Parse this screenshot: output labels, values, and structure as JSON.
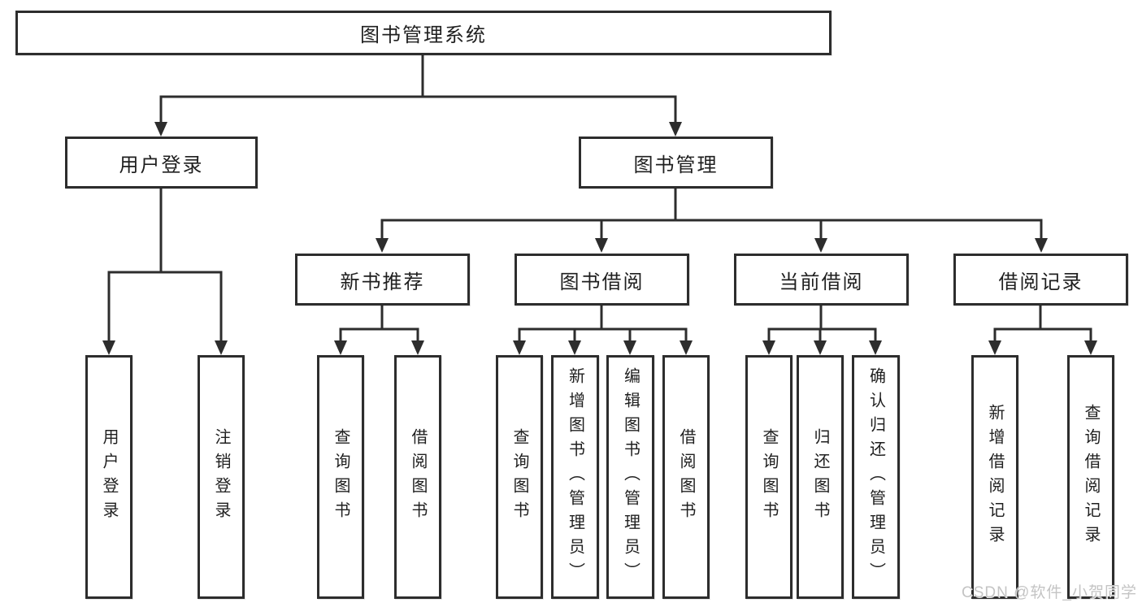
{
  "nodes": {
    "root": {
      "label": "图书管理系统"
    },
    "user_login": {
      "label": "用户登录"
    },
    "book_mgmt": {
      "label": "图书管理"
    },
    "new_books": {
      "label": "新书推荐"
    },
    "borrowing": {
      "label": "图书借阅"
    },
    "current": {
      "label": "当前借阅"
    },
    "records": {
      "label": "借阅记录"
    },
    "leaves": {
      "login": {
        "label": "用户登录"
      },
      "logout": {
        "label": "注销登录"
      },
      "nb_query": {
        "label": "查询图书"
      },
      "nb_borrow": {
        "label": "借阅图书"
      },
      "bw_query": {
        "label": "查询图书"
      },
      "bw_add": {
        "label": "新增图书（管理员）"
      },
      "bw_edit": {
        "label": "编辑图书（管理员）"
      },
      "bw_borrow": {
        "label": "借阅图书"
      },
      "cu_query": {
        "label": "查询图书"
      },
      "cu_return": {
        "label": "归还图书"
      },
      "cu_confirm": {
        "label": "确认归还（管理员）"
      },
      "rc_add": {
        "label": "新增借阅记录"
      },
      "rc_query": {
        "label": "查询借阅记录"
      }
    }
  },
  "watermark": {
    "text": "CSDN @软件_小贺同学"
  },
  "colors": {
    "background": "#ffffff",
    "box_fill": "#ffffff",
    "box_border": "#2d2d2d",
    "line": "#2d2d2d",
    "text": "#1f1f1f",
    "watermark": "#c4c4c4"
  }
}
